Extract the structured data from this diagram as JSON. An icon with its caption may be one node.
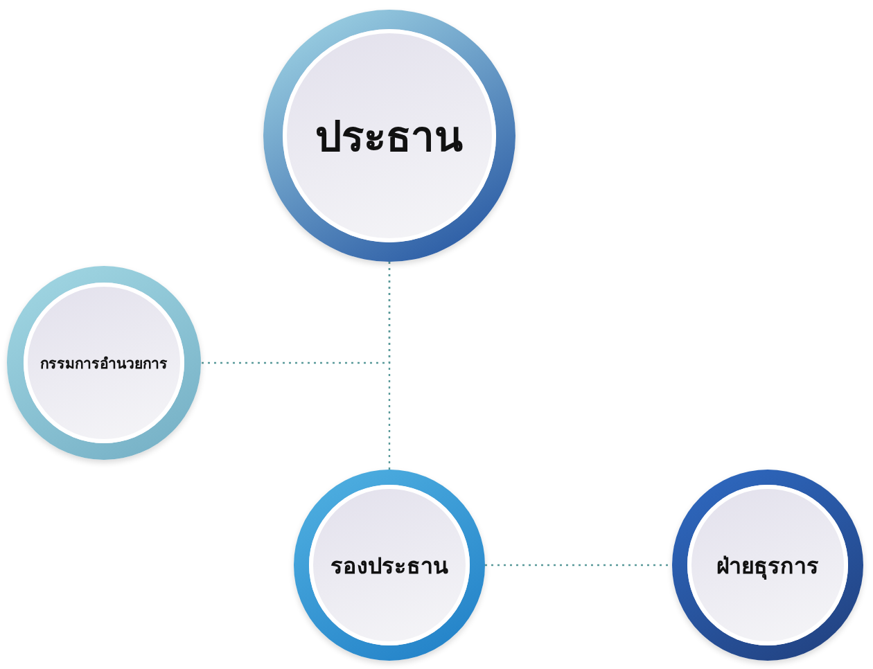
{
  "diagram": {
    "nodes": [
      {
        "text": [
          "ประธาน"
        ]
      },
      {
        "text": [
          "กรรมการอำนวยการ"
        ]
      },
      {
        "text": [
          "รองประธาน"
        ]
      },
      {
        "text": [
          "ฝ่ายธุรการ"
        ]
      }
    ],
    "edges": [
      {
        "from": 0,
        "to": 2,
        "arrow": "none",
        "style": "dashed"
      },
      {
        "from": 0,
        "to": 1,
        "arrow": "none",
        "style": "dashed"
      },
      {
        "from": 2,
        "to": 3,
        "arrow": "none",
        "style": "dashed"
      }
    ]
  }
}
